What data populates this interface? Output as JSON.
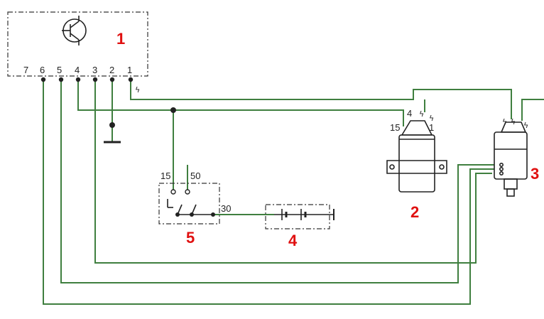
{
  "colors": {
    "wire": "#3f7f3f",
    "line": "#222222",
    "label": "#e01010"
  },
  "control_unit": {
    "number": "1",
    "pins": [
      "7",
      "6",
      "5",
      "4",
      "3",
      "2",
      "1"
    ],
    "icon": "transistor-icon"
  },
  "ignition_coil": {
    "number": "2",
    "terminal_15": "15",
    "terminal_1": "1",
    "terminal_4": "4"
  },
  "distributor": {
    "number": "3"
  },
  "battery": {
    "number": "4"
  },
  "ignition_switch": {
    "number": "5",
    "terminal_15": "15",
    "terminal_50": "50",
    "terminal_30": "30"
  },
  "glyphs": {
    "bolt": "ϟ"
  }
}
